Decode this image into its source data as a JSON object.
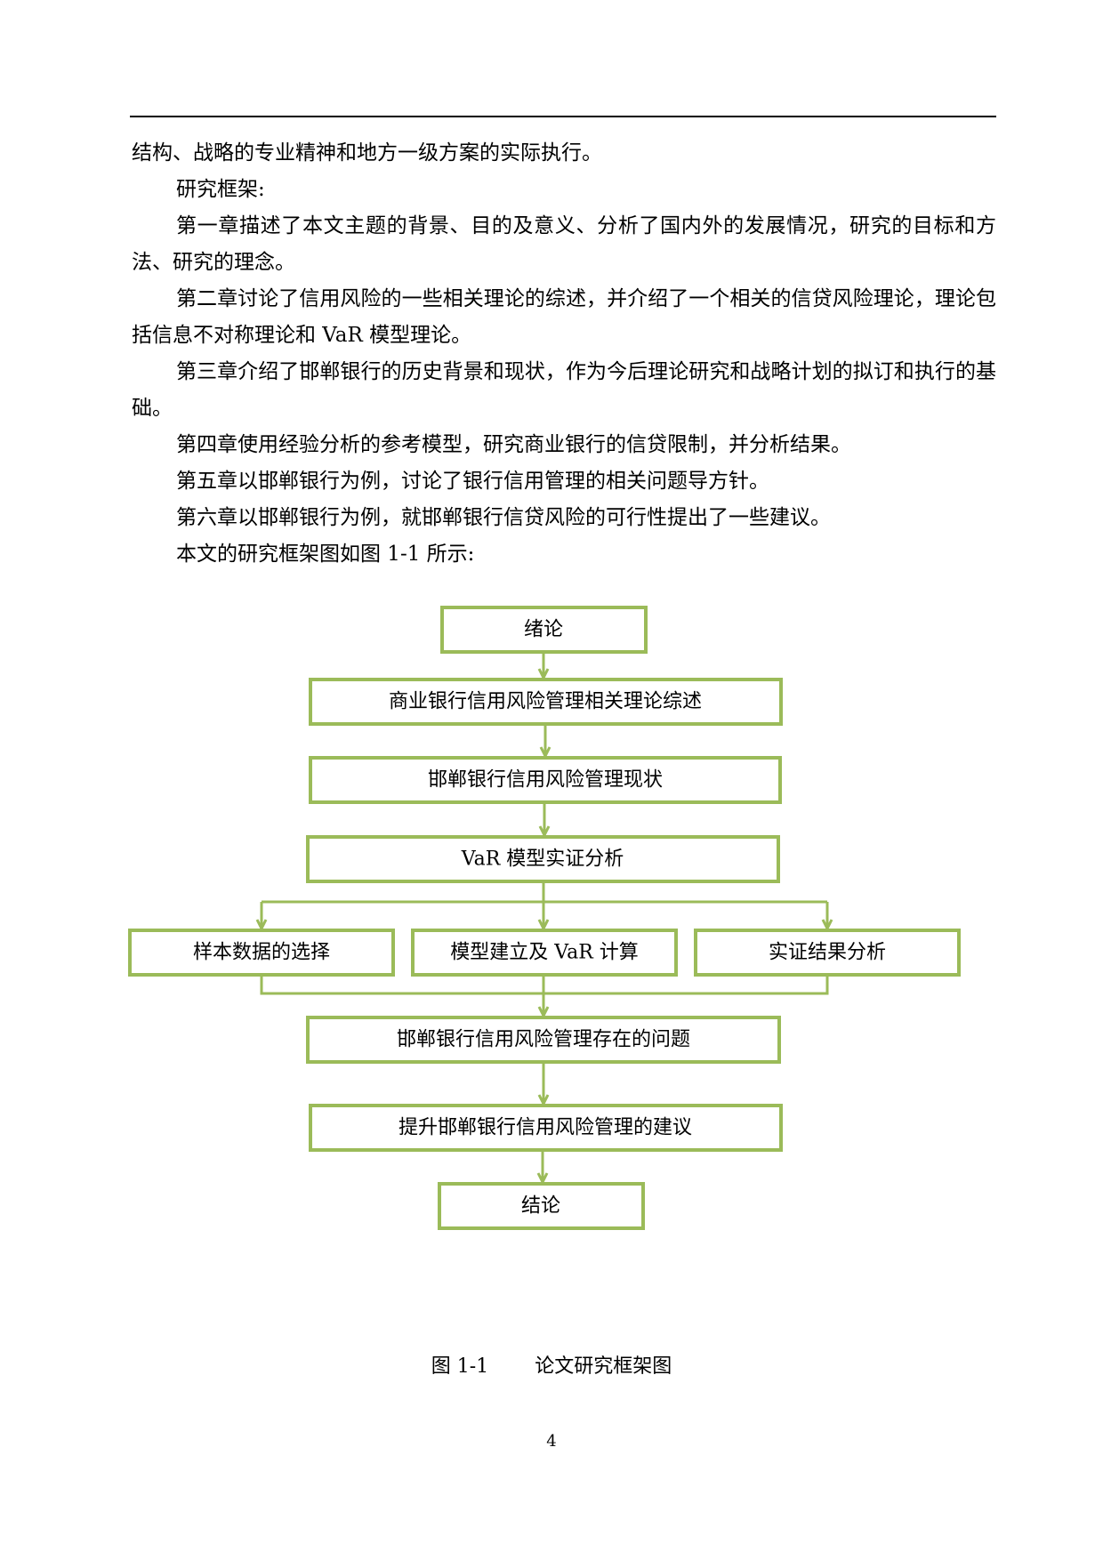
{
  "paragraphs": [
    "结构、战略的专业精神和地方一级方案的实际执行。",
    "研究框架:",
    "第一章描述了本文主题的背景、目的及意义、分析了国内外的发展情况，研究的目标和方法、研究的理念。",
    "第二章讨论了信用风险的一些相关理论的综述，并介绍了一个相关的信贷风险理论，理论包括信息不对称理论和 VaR 模型理论。",
    "第三章介绍了邯郸银行的历史背景和现状，作为今后理论研究和战略计划的拟订和执行的基础。",
    "第四章使用经验分析的参考模型，研究商业银行的信贷限制，并分析结果。",
    "第五章以邯郸银行为例，讨论了银行信用管理的相关问题导方针。",
    "第六章以邯郸银行为例，就邯郸银行信贷风险的可行性提出了一些建议。",
    "本文的研究框架图如图 1-1 所示:"
  ],
  "flowchart": {
    "accent_color": "#9bbb59",
    "arrow_color": "#9bbb59",
    "nodes": {
      "intro": "绪论",
      "theory_review": "商业银行信用风险管理相关理论综述",
      "status": "邯郸银行信用风险管理现状",
      "var_analysis": "VaR 模型实证分析",
      "sample_selection": "样本数据的选择",
      "model_building": "模型建立及 VaR 计算",
      "results": "实证结果分析",
      "problems": "邯郸银行信用风险管理存在的问题",
      "suggestions": "提升邯郸银行信用风险管理的建议",
      "conclusion": "结论"
    }
  },
  "caption": {
    "number": "图 1-1",
    "title": "论文研究框架图"
  },
  "page_number": "4"
}
